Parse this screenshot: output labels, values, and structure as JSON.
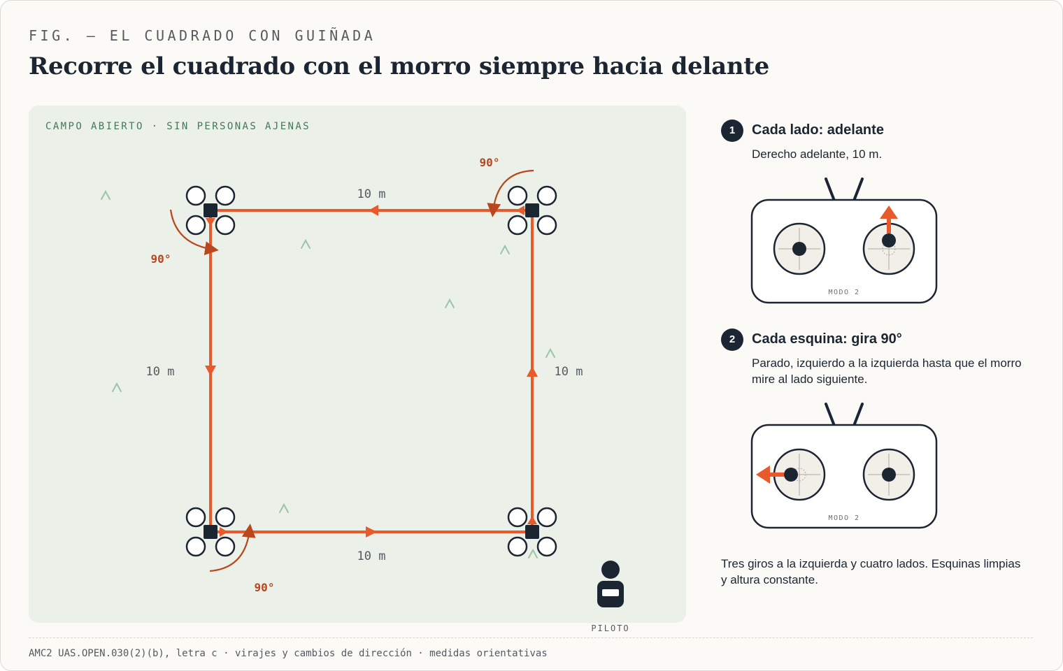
{
  "header": {
    "figure_label": "FIG. — EL CUADRADO CON GUIÑADA",
    "title": "Recorre el cuadrado con el morro siempre hacia delante"
  },
  "field": {
    "label": "CAMPO ABIERTO · SIN PERSONAS AJENAS",
    "side_labels": {
      "top": "10 m",
      "left": "10 m",
      "right": "10 m",
      "bottom": "10 m"
    },
    "turn_label": "90°",
    "pilot_label": "PILOTO"
  },
  "steps": [
    {
      "number": "1",
      "title": "Cada lado: adelante",
      "text": "Derecho adelante, 10 m.",
      "controller": {
        "mode_label": "MODO 2",
        "active_stick": "right",
        "direction": "up"
      }
    },
    {
      "number": "2",
      "title": "Cada esquina: gira 90°",
      "text": "Parado, izquierdo a la izquierda hasta que el morro mire al lado siguiente.",
      "controller": {
        "mode_label": "MODO 2",
        "active_stick": "left",
        "direction": "left"
      }
    }
  ],
  "summary": "Tres giros a la izquierda y cuatro lados. Esquinas limpias y altura constante.",
  "footer": "AMC2 UAS.OPEN.030(2)(b), letra c · virajes y cambios de dirección · medidas orientativas",
  "colors": {
    "path": "#e85a2b",
    "turn_arrow": "#b9471d",
    "ink": "#1b2632",
    "field": "#ebf0e8",
    "field_label": "#3f7a55",
    "grass": "#9cc4a6"
  }
}
